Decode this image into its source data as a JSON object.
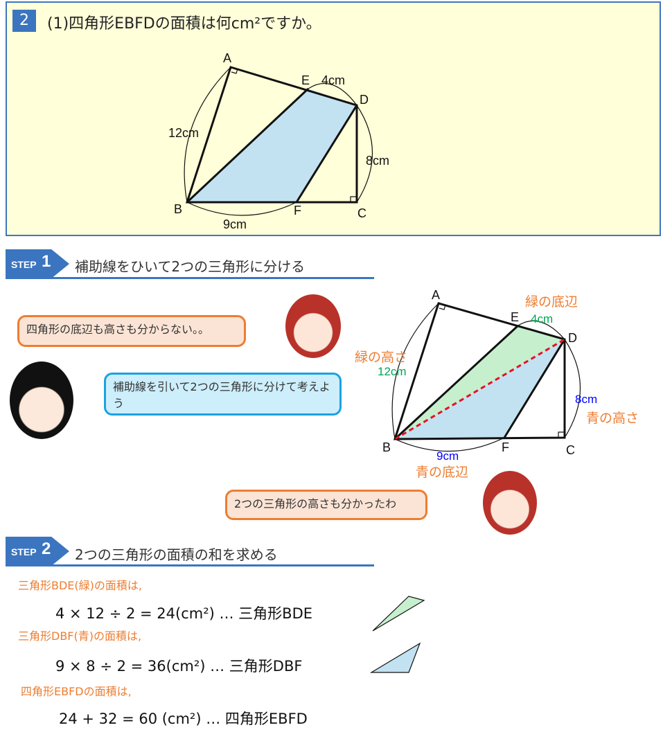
{
  "problem": {
    "number": "2",
    "question": "(1)四角形EBFDの面積は何cm²ですか。",
    "labels": {
      "A": "A",
      "B": "B",
      "C": "C",
      "D": "D",
      "E": "E",
      "F": "F",
      "ab": "12cm",
      "ed": "4cm",
      "dc": "8cm",
      "bf": "9cm"
    }
  },
  "step1": {
    "tag": "STEP",
    "num": "1",
    "title": "補助線をひいて2つの三角形に分ける",
    "bubble_girl": "四角形の底辺も高さも分からない。。",
    "bubble_boy": "補助線を引いて2つの三角形に分けて考えよう",
    "bubble_girl2": "2つの三角形の高さも分かったわ",
    "diagram": {
      "A": "A",
      "B": "B",
      "C": "C",
      "D": "D",
      "E": "E",
      "F": "F",
      "green_base": "緑の底辺",
      "ed": "4cm",
      "green_height": "緑の高さ",
      "ab": "12cm",
      "dc": "8cm",
      "blue_height": "青の高さ",
      "bf": "9cm",
      "blue_base": "青の底辺"
    }
  },
  "step2": {
    "tag": "STEP",
    "num": "2",
    "title": "2つの三角形の面積の和を求める",
    "lines": [
      {
        "label": "三角形BDE(緑)の面積は,",
        "calc": "4 × 12 ÷ 2 = 24(cm²) … 三角形BDE"
      },
      {
        "label": "三角形DBF(青)の面積は,",
        "calc": "9 × 8 ÷ 2 = 36(cm²) … 三角形DBF"
      },
      {
        "label": "四角形EBFDの面積は,",
        "calc": "24 + 32 = 60 (cm²) … 四角形EBFD"
      }
    ]
  },
  "colors": {
    "blue": "#3b75bf",
    "green_fill": "#c6efce",
    "blue_fill": "#c2e2f2",
    "orange": "#ed7d31",
    "red": "#e81123"
  }
}
